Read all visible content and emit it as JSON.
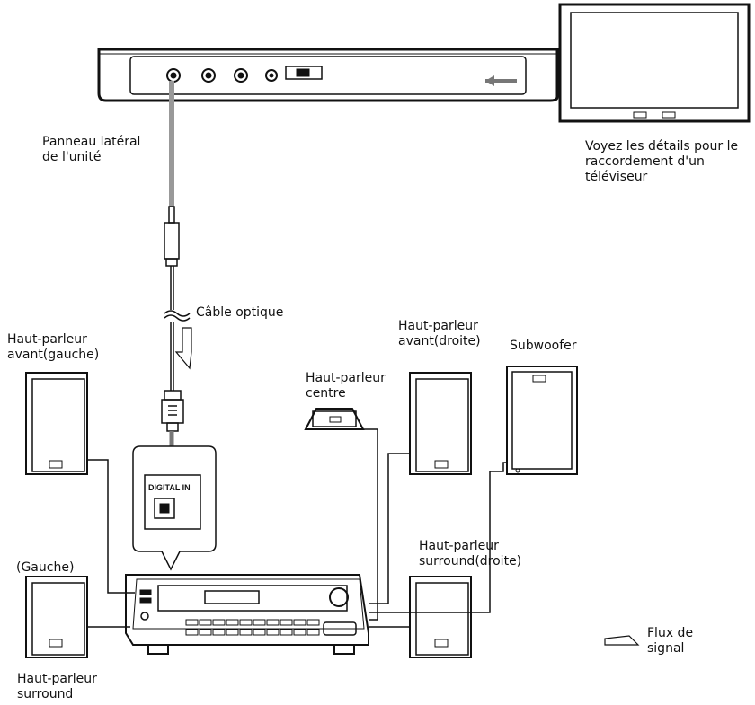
{
  "labels": {
    "unit_side_panel": "Panneau latéral\nde l'unité",
    "tv_connection": "Voyez les détails pour le\nraccordement d'un\ntéléviseur",
    "optical_cable": "Câble optique",
    "front_left": "Haut-parleur\navant(gauche)",
    "front_right": "Haut-parleur\navant(droite)",
    "subwoofer": "Subwoofer",
    "center": "Haut-parleur\ncentre",
    "surround_right": "Haut-parleur\nsurround(droite)",
    "left_paren": "(Gauche)",
    "surround_left": "Haut-parleur\nsurround",
    "signal_flow": "Flux de\nsignal",
    "digital_in": "DIGITAL IN"
  },
  "colors": {
    "line": "#111111",
    "signal_arrow": "#777777",
    "cable": "#999999"
  },
  "icons": [
    "dvd-player-icon",
    "tv-icon",
    "optical-plug-icon",
    "speaker-icon",
    "subwoofer-icon",
    "receiver-icon",
    "signal-flow-arrow-icon"
  ]
}
